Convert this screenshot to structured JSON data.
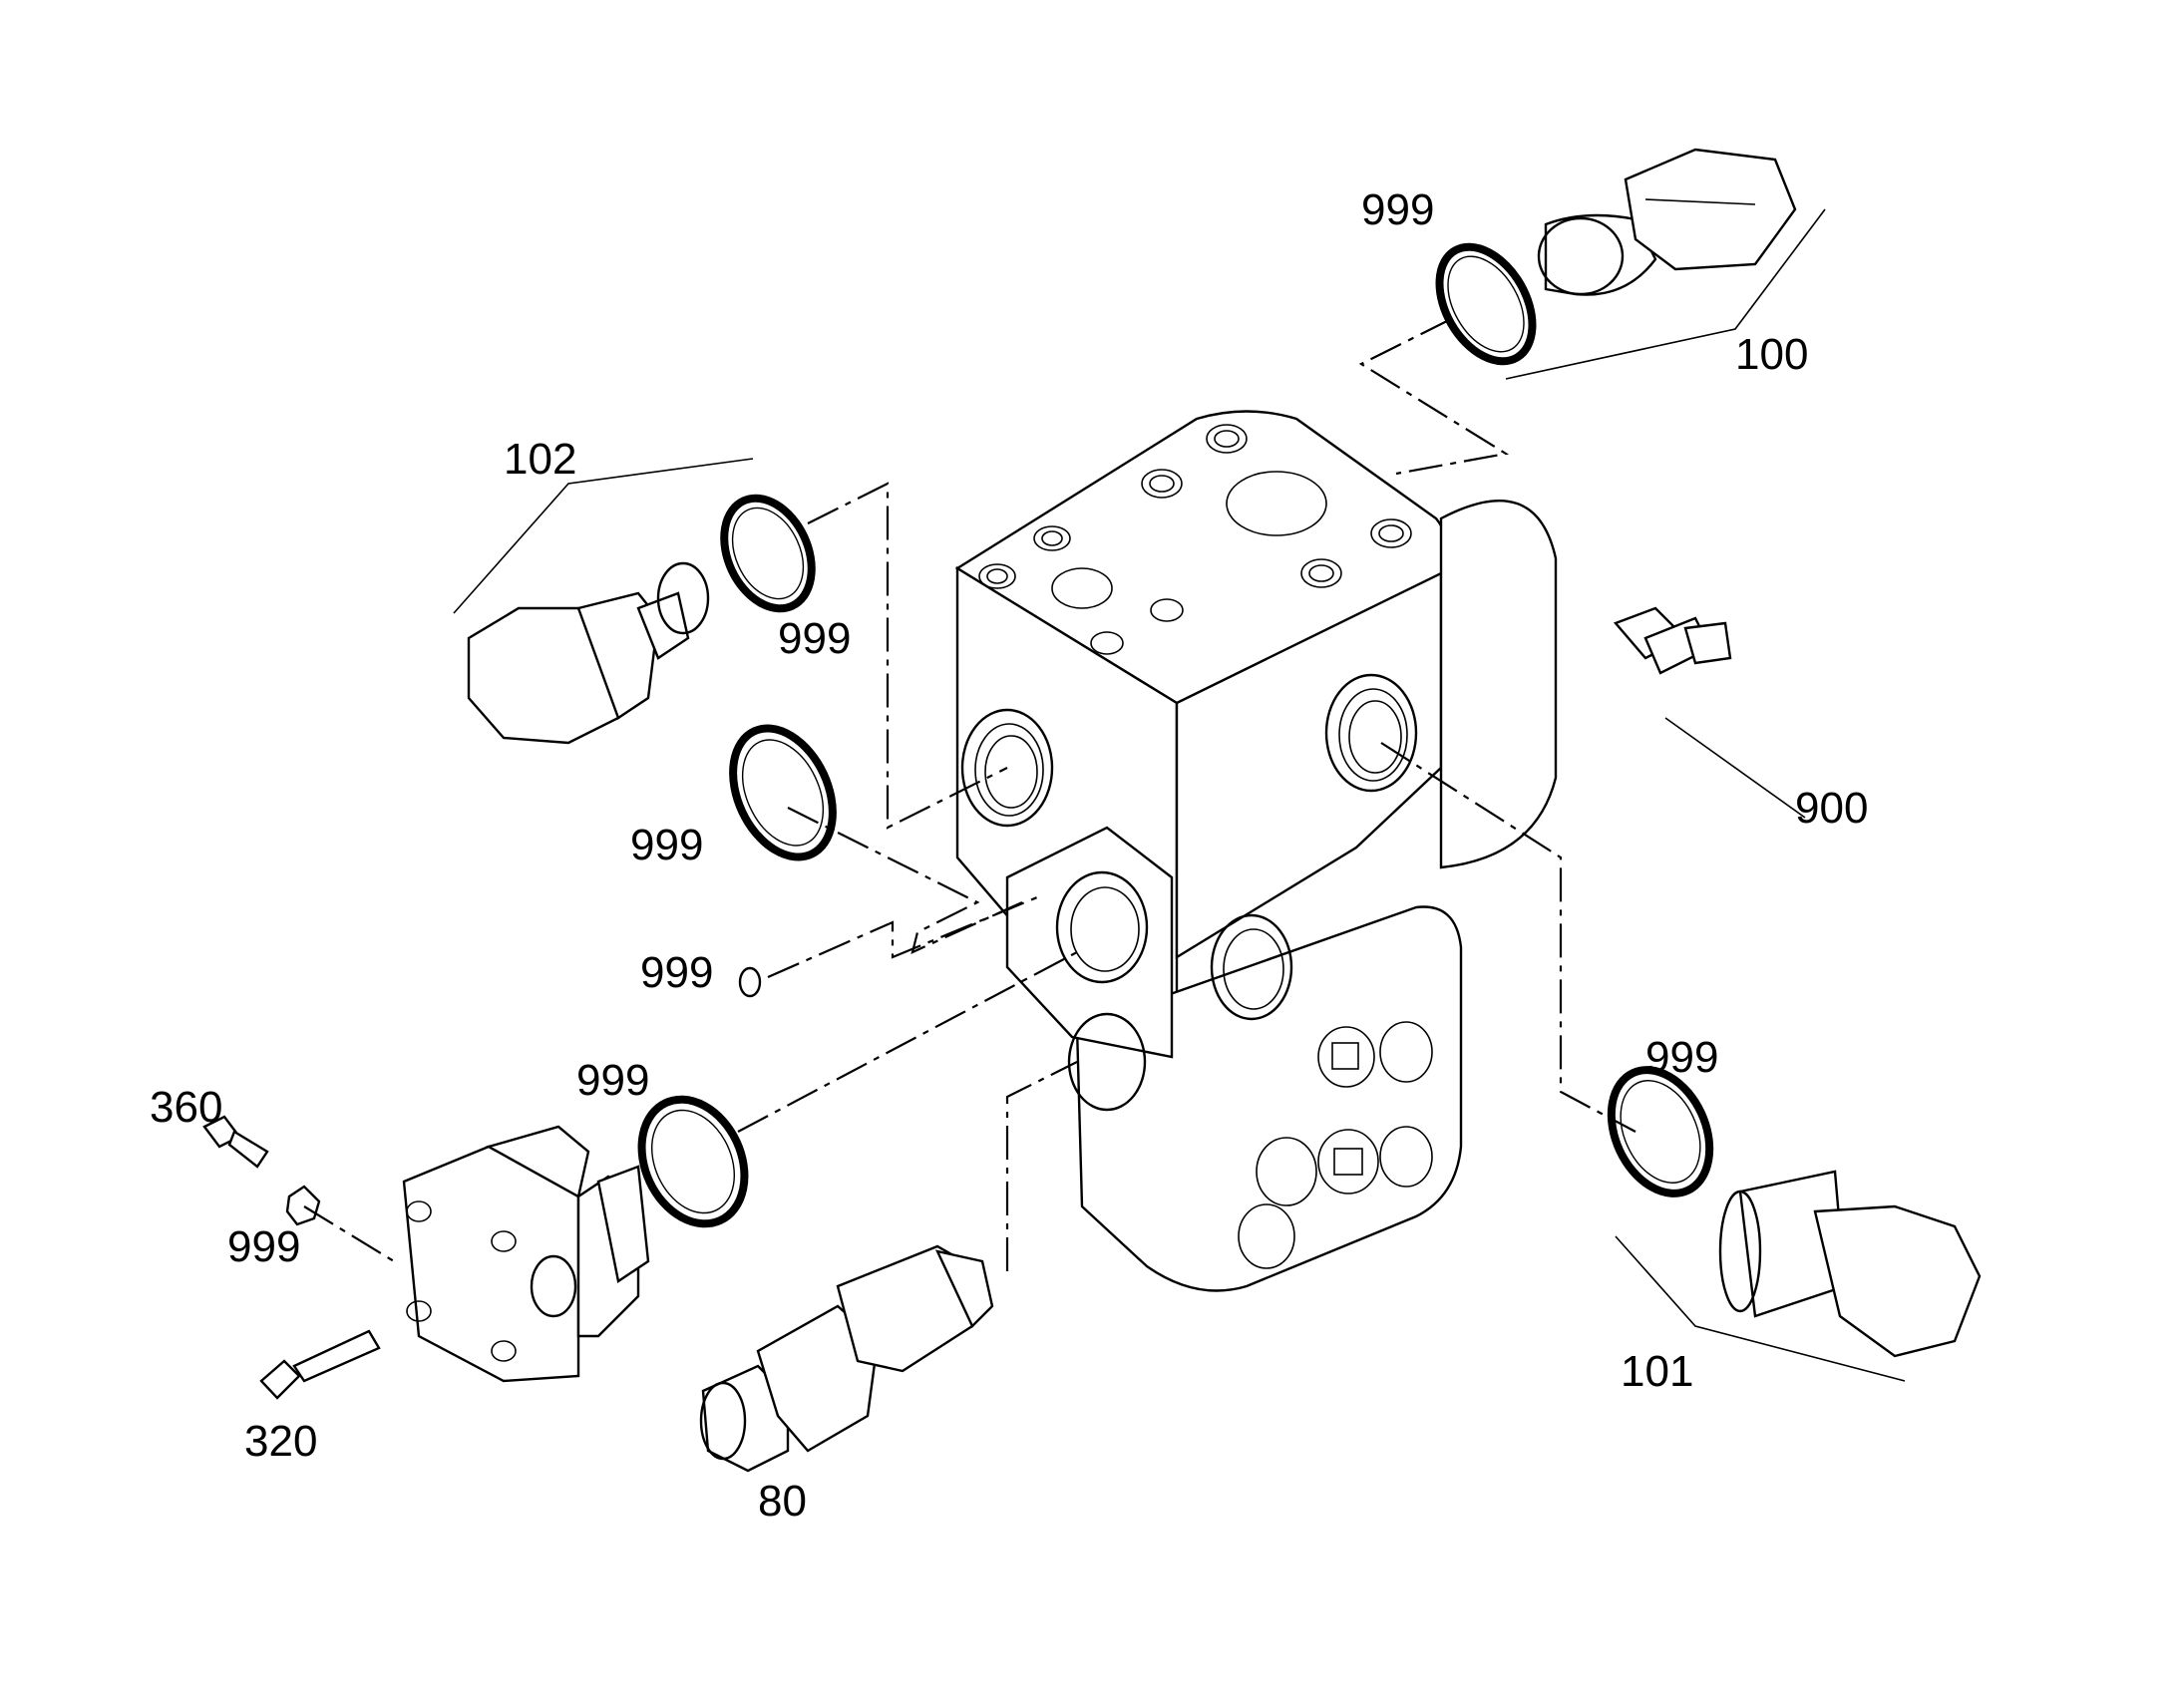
{
  "callouts": {
    "c100": "100",
    "c101": "101",
    "c102": "102",
    "c80": "80",
    "c320": "320",
    "c360": "360",
    "c900": "900",
    "seal_top": "999",
    "seal_102": "999",
    "seal_mid": "999",
    "seal_small": "999",
    "seal_lower": "999",
    "seal_nut": "999",
    "seal_101": "999"
  }
}
